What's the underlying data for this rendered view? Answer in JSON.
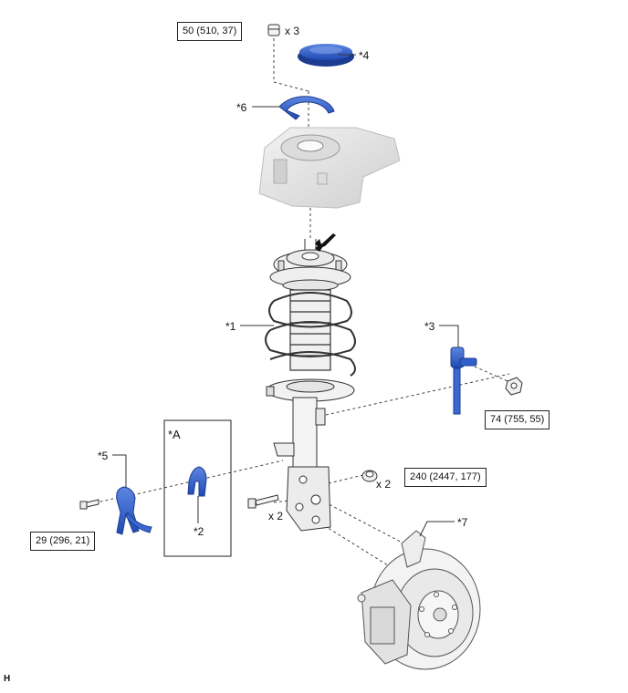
{
  "callouts": {
    "c1": "*1",
    "c2": "*2",
    "c3": "*3",
    "c4": "*4",
    "c5": "*5",
    "c6": "*6",
    "c7": "*7",
    "cA": "*A"
  },
  "torque": {
    "top_nut": "50 (510, 37)",
    "link_nut": "74 (755, 55)",
    "knuckle_nut": "240 (2447, 177)",
    "clamp_bolt": "29 (296, 21)"
  },
  "quantities": {
    "top_nut_qty": "x 3",
    "knuckle_nut_qty": "x 2",
    "knuckle_bolt_qty": "x 2"
  },
  "corner_mark": "H",
  "colors": {
    "part_blue": "#2f5fc9",
    "part_blue_dark": "#1b3c8f",
    "line_art": "#333333",
    "body_gray": "#e4e4e4"
  }
}
